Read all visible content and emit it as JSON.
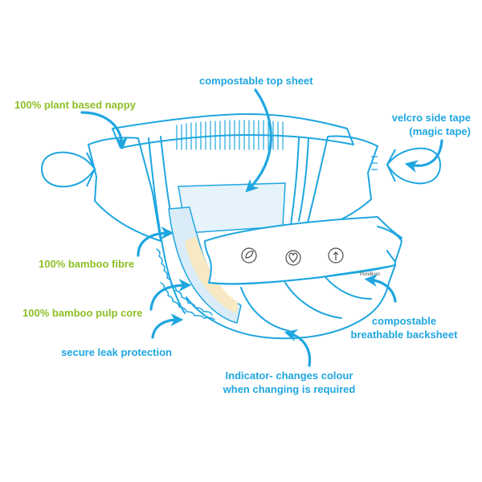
{
  "colors": {
    "outline": "#1fa6e0",
    "arrow": "#1fa6e0",
    "green_label": "#8cbf26",
    "blue_label": "#1fa6e0",
    "sheet": "#e6f3fb",
    "pulp": "#f6e9c4",
    "fibre": "#d9ecf8"
  },
  "labels": {
    "compostable_top_sheet": "compostable top sheet",
    "plant_based_nappy": "100% plant based nappy",
    "velcro_line1": "velcro side tape",
    "velcro_line2": "(magic tape)",
    "bamboo_fibre": "100% bamboo fibre",
    "bamboo_pulp_core": "100% bamboo pulp core",
    "secure_leak_protection": "secure leak protection",
    "backsheet_line1": "compostable",
    "backsheet_line2": "breathable backsheet",
    "indicator_line1": "Indicator- changes colour",
    "indicator_line2": "when changing is required"
  },
  "brand": {
    "name": "PureBorn"
  },
  "icons": [
    "leaf-badge-icon",
    "heart-badge-icon",
    "tree-badge-icon"
  ]
}
